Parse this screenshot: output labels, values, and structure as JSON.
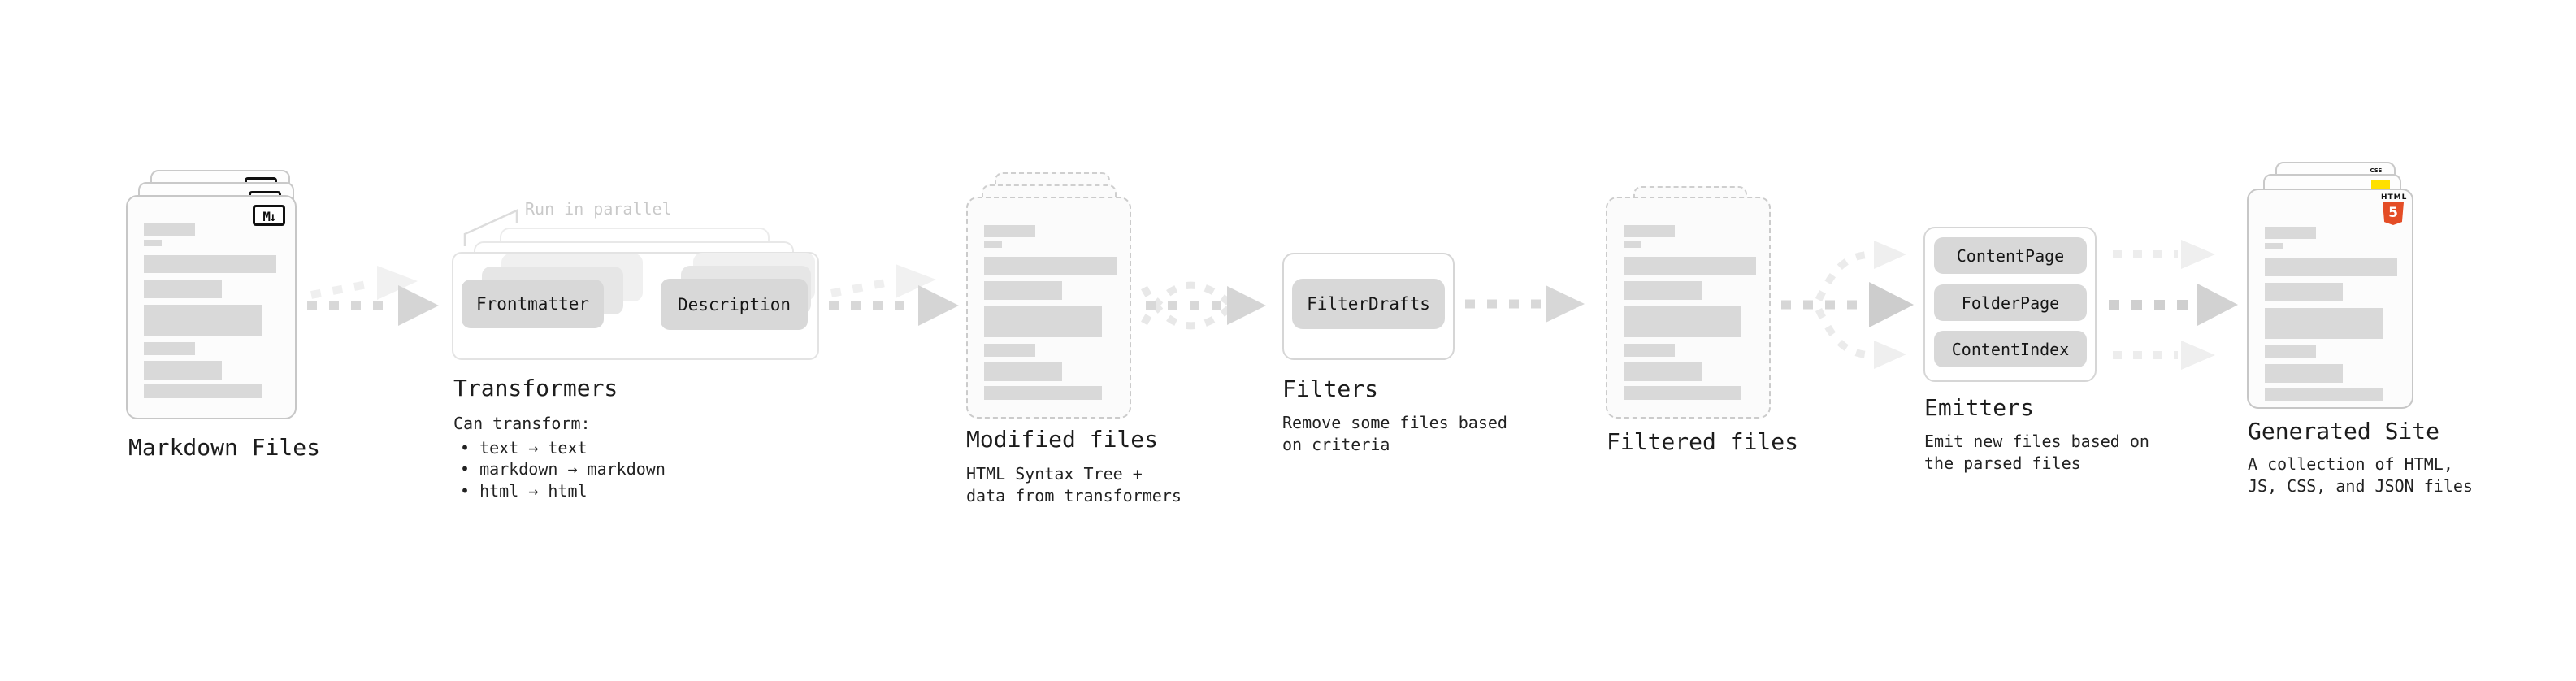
{
  "stages": {
    "markdown": {
      "label": "Markdown Files",
      "badge": "M↓"
    },
    "transformers": {
      "label": "Transformers",
      "parallel_note": "Run in parallel",
      "pill_left": "Frontmatter",
      "pill_right": "Description",
      "note_heading": "Can transform:",
      "bullets": [
        "• text → text",
        "• markdown → markdown",
        "• html → html"
      ]
    },
    "modified": {
      "label": "Modified files",
      "desc": [
        "HTML Syntax Tree +",
        "data from transformers"
      ]
    },
    "filters": {
      "label": "Filters",
      "pill": "FilterDrafts",
      "desc": [
        "Remove some files based",
        "on criteria"
      ]
    },
    "filtered": {
      "label": "Filtered files"
    },
    "emitters": {
      "label": "Emitters",
      "pills": [
        "ContentPage",
        "FolderPage",
        "ContentIndex"
      ],
      "desc": [
        "Emit new files based on",
        "the parsed files"
      ]
    },
    "generated": {
      "label": "Generated Site",
      "desc": [
        "A collection of HTML,",
        "JS, CSS, and JSON files"
      ],
      "badges": {
        "css": "CSS",
        "html_word": "HTML",
        "html_number": "5"
      }
    }
  },
  "colors": {
    "accent_orange": "#e44d26",
    "accent_yellow": "#ffe000",
    "accent_blue": "#2f68e0"
  }
}
